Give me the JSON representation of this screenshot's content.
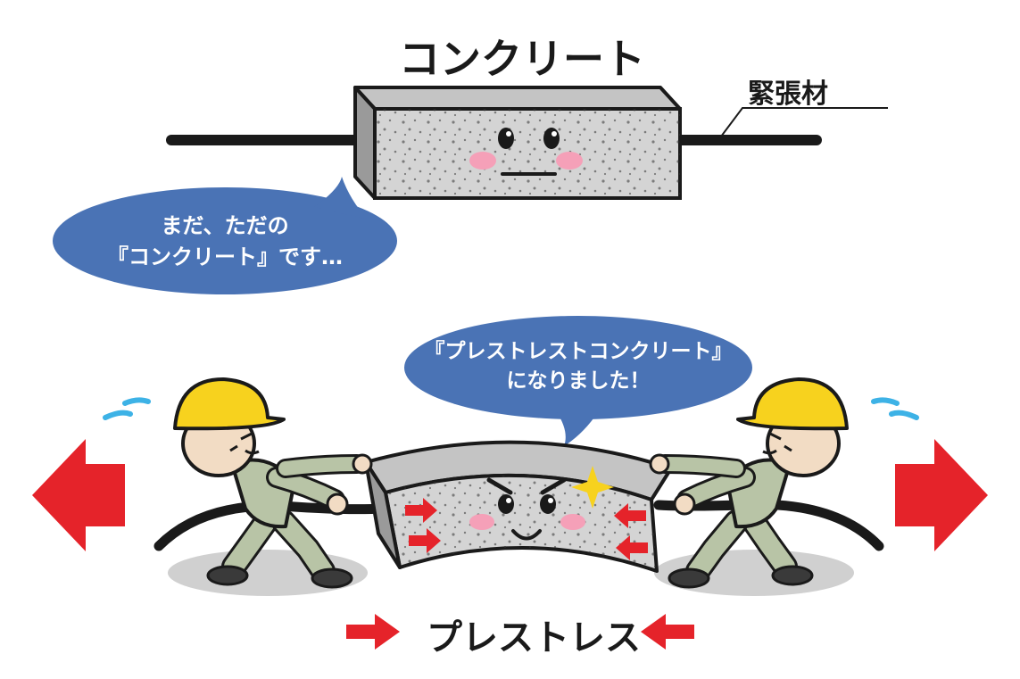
{
  "labels": {
    "concrete": "コンクリート",
    "tendon": "緊張材",
    "prestress": "プレストレス"
  },
  "bubbles": {
    "plain": {
      "line1": "まだ、ただの",
      "line2": "『コンクリート』です…"
    },
    "prestressed": {
      "line1": "『プレストレストコンクリート』",
      "line2": "になりました！"
    }
  },
  "colors": {
    "bubble": "#4a73b5",
    "arrow": "#e5232a",
    "helmet": "#f7d21e",
    "concrete": "#d4d4d4",
    "uniform": "#b8c4a6",
    "cheek": "#f5a0b8"
  }
}
